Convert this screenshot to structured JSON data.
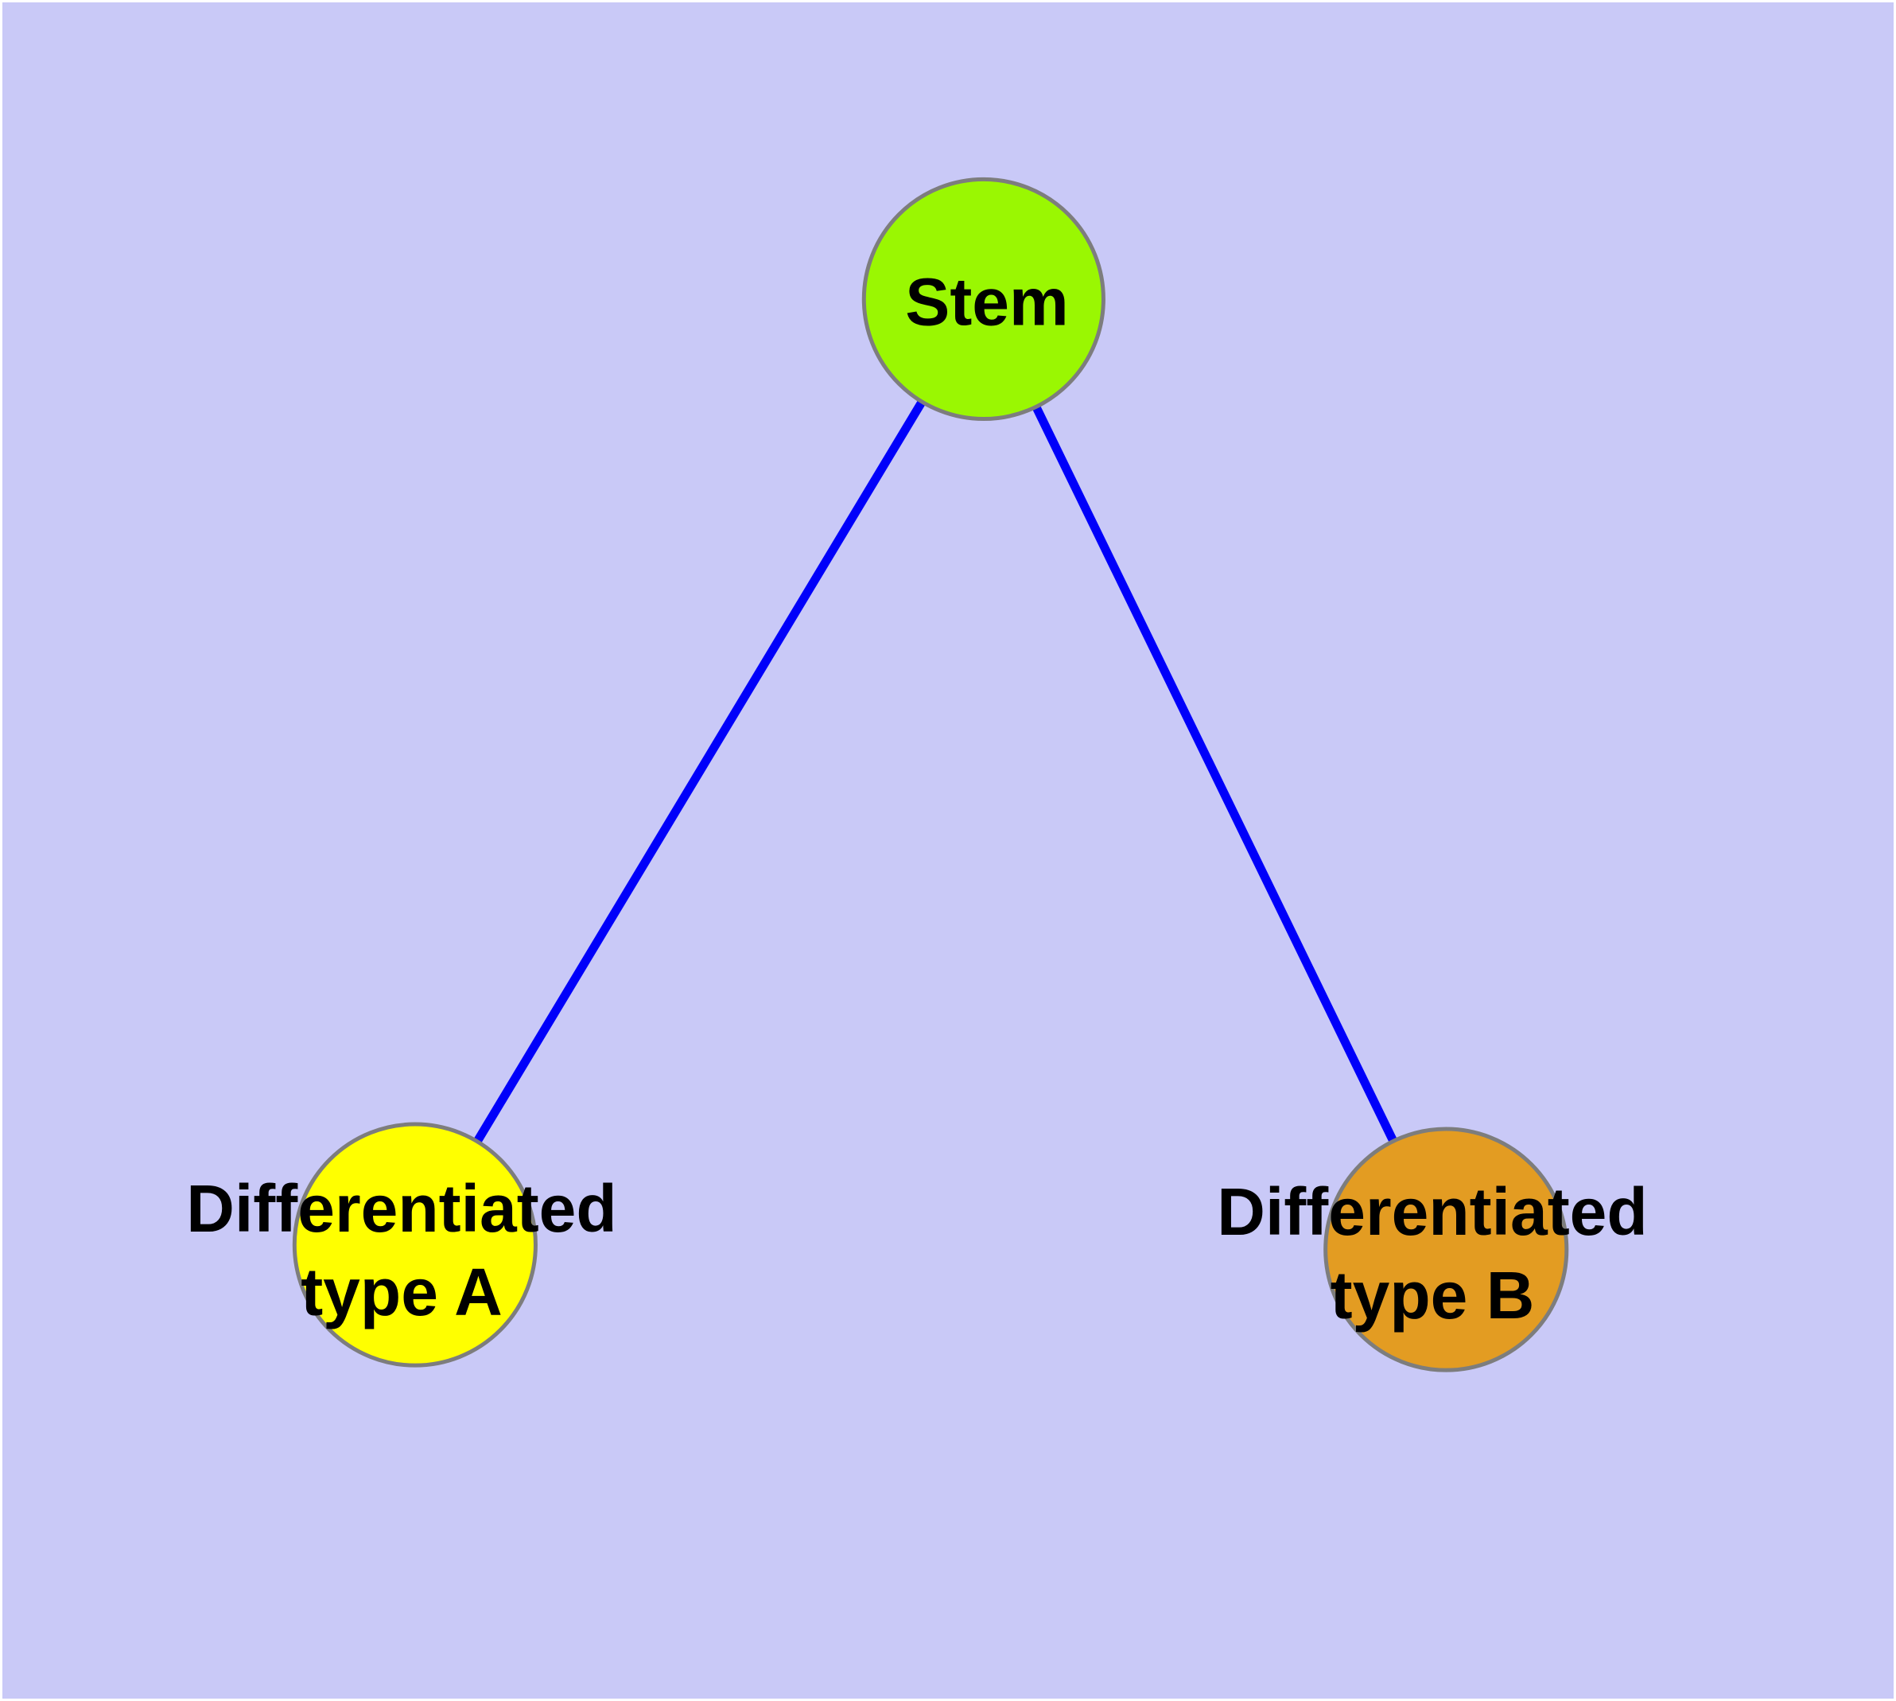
{
  "diagram": {
    "type": "graph",
    "background_color": "#C9C9F7",
    "frame_color": "#FFFFFF",
    "edge_color": "#0000FA",
    "node_border_color": "#7D7D7D",
    "label_color": "#000000",
    "nodes": [
      {
        "id": "stem",
        "label": "Stem",
        "color": "#9AF702"
      },
      {
        "id": "type-a",
        "label": "Differentiated\ntype A",
        "color": "#FFFF00"
      },
      {
        "id": "type-b",
        "label": "Differentiated\ntype B",
        "color": "#E39C22"
      }
    ],
    "edges": [
      {
        "from": "stem",
        "to": "type-a"
      },
      {
        "from": "stem",
        "to": "type-b"
      }
    ]
  }
}
